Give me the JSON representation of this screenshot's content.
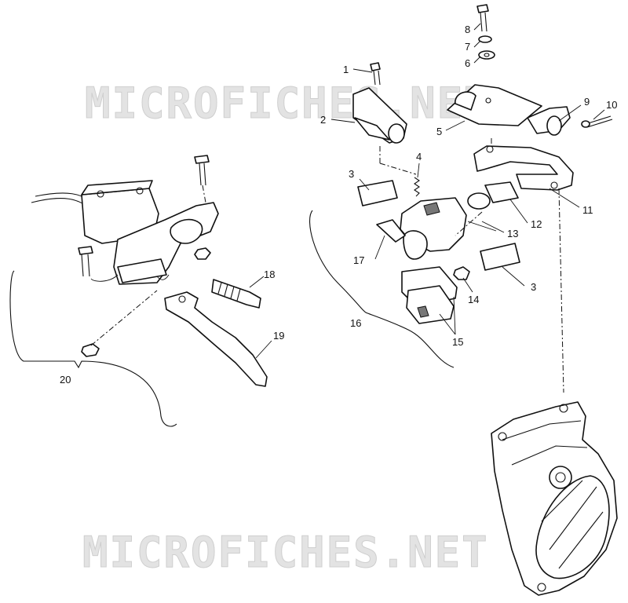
{
  "watermark": {
    "top": "MICROFICHES.NET",
    "bottom": "MICROFICHES.NET"
  },
  "callouts": [
    {
      "id": "c1",
      "label": "1"
    },
    {
      "id": "c2",
      "label": "2"
    },
    {
      "id": "c3a",
      "label": "3"
    },
    {
      "id": "c3b",
      "label": "3"
    },
    {
      "id": "c4",
      "label": "4"
    },
    {
      "id": "c5",
      "label": "5"
    },
    {
      "id": "c6",
      "label": "6"
    },
    {
      "id": "c7",
      "label": "7"
    },
    {
      "id": "c8",
      "label": "8"
    },
    {
      "id": "c9",
      "label": "9"
    },
    {
      "id": "c10",
      "label": "10"
    },
    {
      "id": "c11",
      "label": "11"
    },
    {
      "id": "c12",
      "label": "12"
    },
    {
      "id": "c13",
      "label": "13"
    },
    {
      "id": "c14",
      "label": "14"
    },
    {
      "id": "c15",
      "label": "15"
    },
    {
      "id": "c16",
      "label": "16"
    },
    {
      "id": "c17",
      "label": "17"
    },
    {
      "id": "c18",
      "label": "18"
    },
    {
      "id": "c19",
      "label": "19"
    },
    {
      "id": "c20",
      "label": "20"
    }
  ]
}
